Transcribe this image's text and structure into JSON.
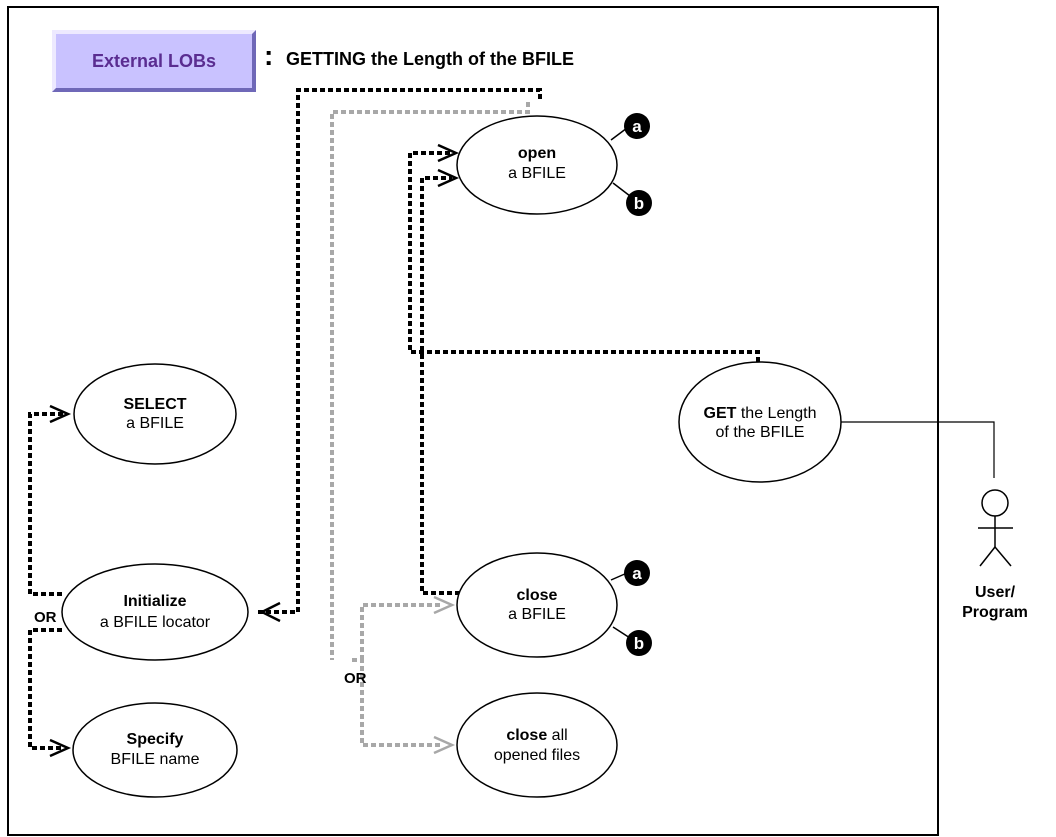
{
  "header": {
    "badge": "External LOBs",
    "colon": ":",
    "title": "GETTING the Length of the BFILE"
  },
  "use_cases": {
    "open": {
      "bold": "open",
      "rest": "a BFILE"
    },
    "select": {
      "bold": "SELECT",
      "rest": "a BFILE"
    },
    "get_length": {
      "bold": "GET",
      "rest1": " the Length",
      "rest2": "of the BFILE"
    },
    "initialize": {
      "bold": "Initialize",
      "rest": "a BFILE locator"
    },
    "close": {
      "bold": "close",
      "rest": "a BFILE"
    },
    "specify": {
      "bold": "Specify",
      "rest": "BFILE name"
    },
    "close_all": {
      "bold": "close",
      "rest1": " all",
      "rest2": "opened files"
    }
  },
  "markers": {
    "a": "a",
    "b": "b"
  },
  "or_labels": {
    "left": "OR",
    "middle": "OR"
  },
  "actor": {
    "line1": "User/",
    "line2": "Program"
  },
  "colors": {
    "badge_fill": "#c9c2ff",
    "badge_text": "#5a2d91",
    "connector_black": "#000000",
    "connector_gray": "#a8a8a8"
  }
}
